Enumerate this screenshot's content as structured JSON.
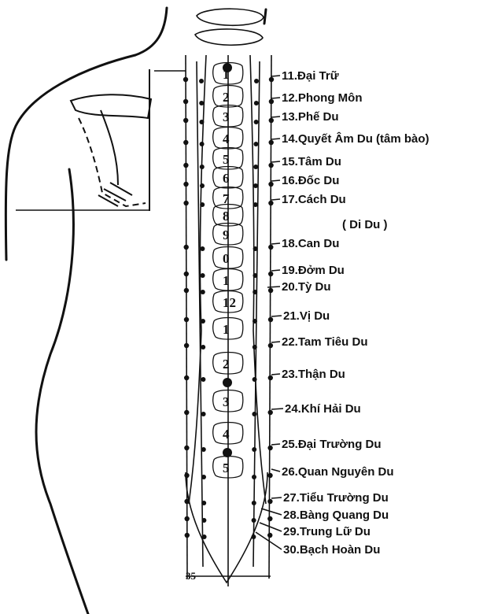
{
  "points": [
    {
      "label": "11.Đại Trữ"
    },
    {
      "label": "12.Phong Môn"
    },
    {
      "label": "13.Phế Du"
    },
    {
      "label": "14.Quyết Âm Du (tâm bào)"
    },
    {
      "label": "15.Tâm Du"
    },
    {
      "label": "16.Đốc Du"
    },
    {
      "label": "17.Cách Du"
    },
    {
      "label": "( Di Du )"
    },
    {
      "label": "18.Can Du"
    },
    {
      "label": "19.Đởm Du"
    },
    {
      "label": "20.Tỳ Du"
    },
    {
      "label": "21.Vị Du"
    },
    {
      "label": "22.Tam Tiêu Du"
    },
    {
      "label": "23.Thận Du"
    },
    {
      "label": "24.Khí Hải Du"
    },
    {
      "label": "25.Đại Trường Du"
    },
    {
      "label": "26.Quan Nguyên Du"
    },
    {
      "label": "27.Tiểu Trường Du"
    },
    {
      "label": "28.Bàng Quang Du"
    },
    {
      "label": "29.Trung Lữ Du"
    },
    {
      "label": "30.Bạch Hoàn Du"
    }
  ],
  "vertebrae": [
    "1",
    "2",
    "3",
    "4",
    "5",
    "6",
    "7",
    "8",
    "9",
    "0",
    "1",
    "12",
    "1",
    "2",
    "3",
    "4",
    "5"
  ],
  "sacral_marker": "35",
  "colors": {
    "ink": "#111111",
    "background": "#ffffff"
  }
}
